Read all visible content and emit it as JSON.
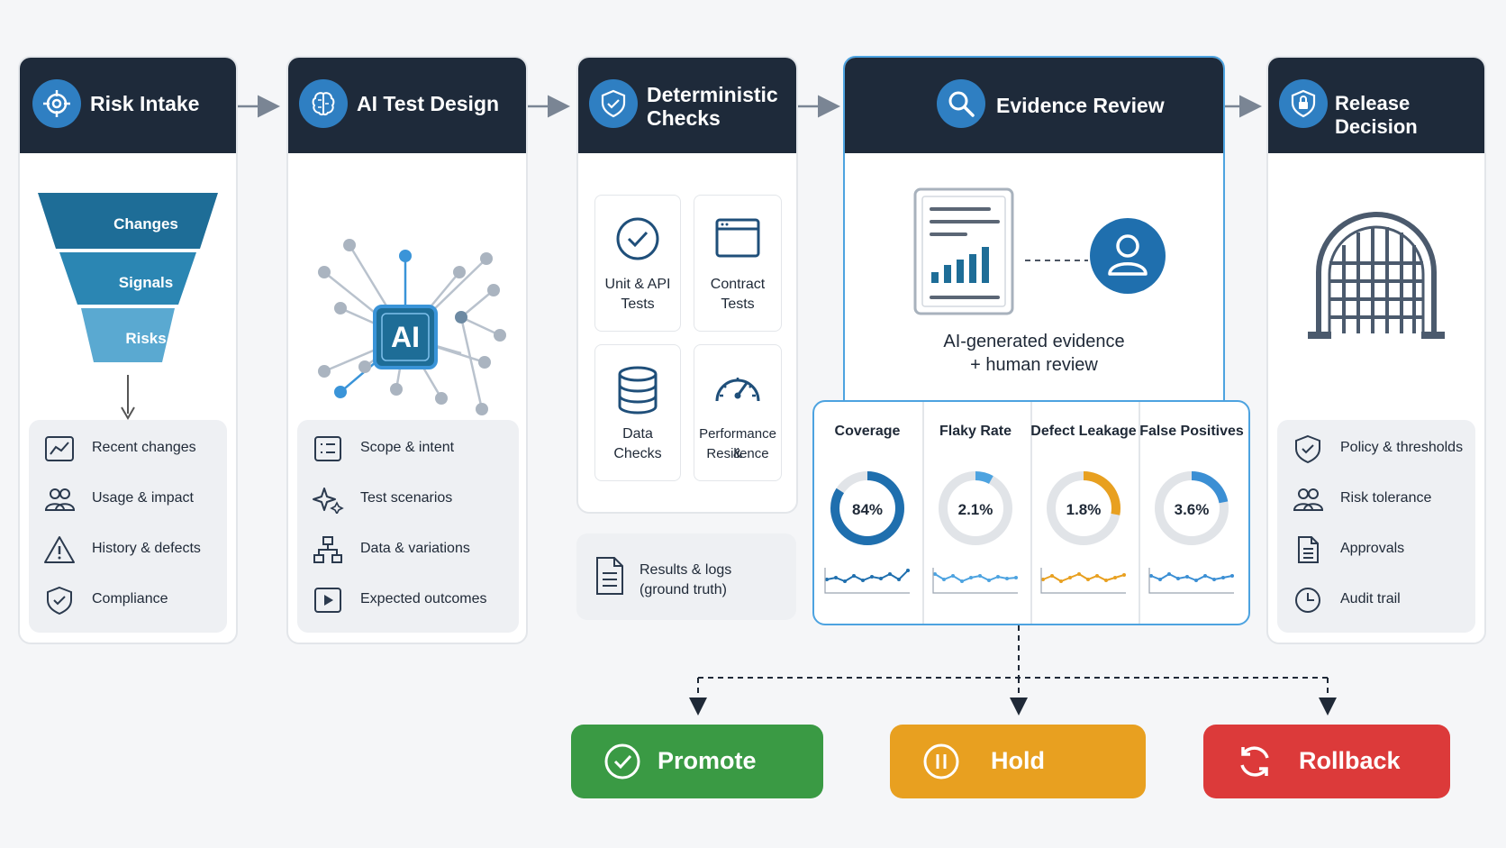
{
  "stages": {
    "risk_intake": {
      "title": "Risk Intake",
      "funnel": [
        "Changes",
        "Signals",
        "Risks"
      ],
      "items": [
        "Recent changes",
        "Usage & impact",
        "History & defects",
        "Compliance"
      ]
    },
    "ai_test_design": {
      "title": "AI Test Design",
      "ai_label": "AI",
      "items": [
        "Scope & intent",
        "Test scenarios",
        "Data & variations",
        "Expected outcomes"
      ]
    },
    "deterministic_checks": {
      "title_line1": "Deterministic",
      "title_line2": "Checks",
      "tiles": [
        {
          "line1": "Unit & API",
          "line2": "Tests"
        },
        {
          "line1": "Contract",
          "line2": "Tests"
        },
        {
          "line1": "Data",
          "line2": "Checks"
        },
        {
          "line1": "Performance &",
          "line2": "Resilience"
        }
      ],
      "results_line1": "Results & logs",
      "results_line2": "(ground truth)"
    },
    "evidence_review": {
      "title": "Evidence Review",
      "caption_line1": "AI-generated evidence",
      "caption_line2": "+ human review",
      "metrics": [
        {
          "name": "Coverage",
          "value": "84%",
          "fraction": 0.84,
          "color": "#1f6fae"
        },
        {
          "name": "Flaky Rate",
          "value": "2.1%",
          "fraction": 0.08,
          "color": "#4da3e0"
        },
        {
          "name": "Defect Leakage",
          "value": "1.8%",
          "fraction": 0.28,
          "color": "#e8a020"
        },
        {
          "name": "False Positives",
          "value": "3.6%",
          "fraction": 0.22,
          "color": "#3b8fd4"
        }
      ]
    },
    "release_decision": {
      "title": "Release Decision",
      "items": [
        "Policy & thresholds",
        "Risk tolerance",
        "Approvals",
        "Audit trail"
      ]
    }
  },
  "decisions": {
    "promote": {
      "label": "Promote",
      "color": "#3a9a44"
    },
    "hold": {
      "label": "Hold",
      "color": "#e8a020"
    },
    "rollback": {
      "label": "Rollback",
      "color": "#dc3a3a"
    }
  }
}
